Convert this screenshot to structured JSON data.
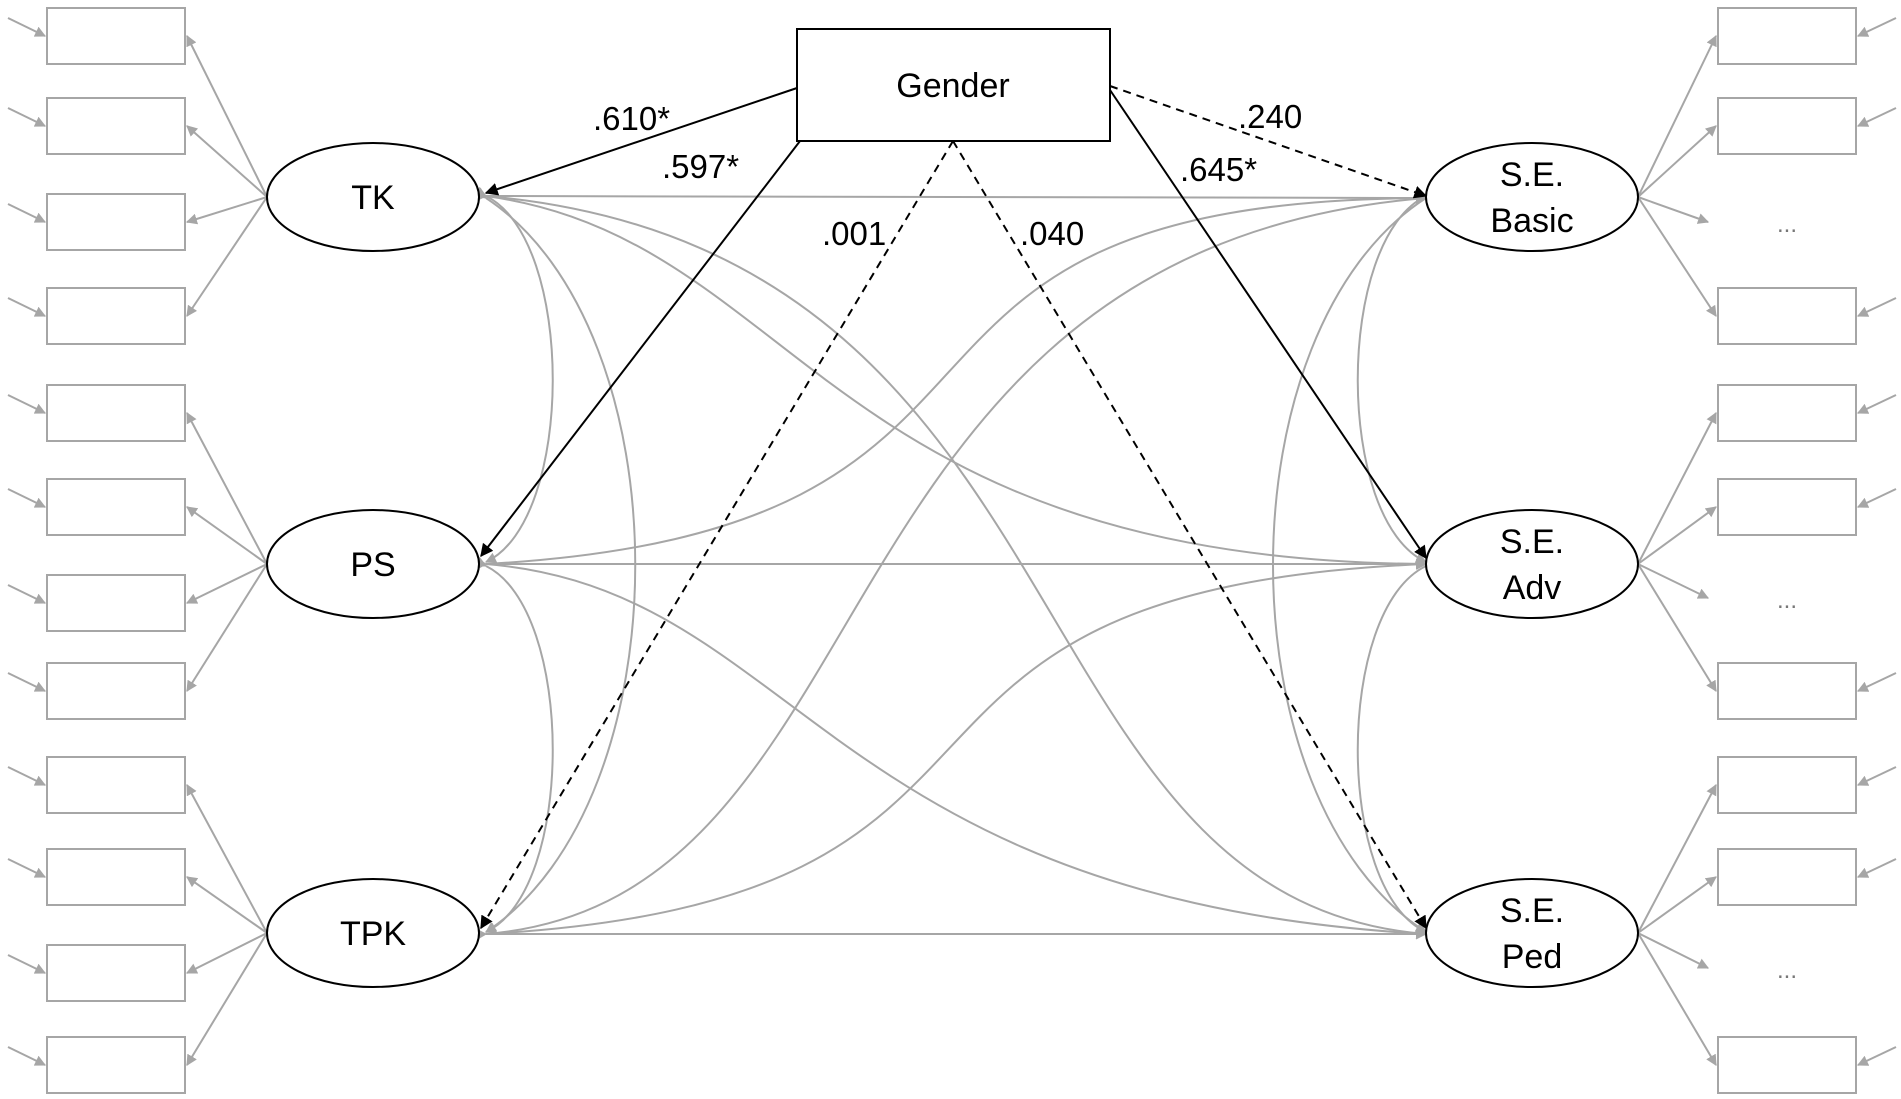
{
  "gender": {
    "label": "Gender"
  },
  "left_factors": [
    {
      "id": "tk",
      "lines": [
        "TK"
      ]
    },
    {
      "id": "ps",
      "lines": [
        "PS"
      ]
    },
    {
      "id": "tpk",
      "lines": [
        "TPK"
      ]
    }
  ],
  "right_factors": [
    {
      "id": "se-basic",
      "lines": [
        "S.E.",
        "Basic"
      ]
    },
    {
      "id": "se-adv",
      "lines": [
        "S.E.",
        "Adv"
      ]
    },
    {
      "id": "se-ped",
      "lines": [
        "S.E.",
        "Ped"
      ]
    }
  ],
  "paths": [
    {
      "id": "gender-tk",
      "target": "tk",
      "coef": ".610*",
      "significant": true
    },
    {
      "id": "gender-ps",
      "target": "ps",
      "coef": ".597*",
      "significant": true
    },
    {
      "id": "gender-tpk",
      "target": "tpk",
      "coef": ".001",
      "significant": false
    },
    {
      "id": "gender-se-ped",
      "target": "se-ped",
      "coef": ".040",
      "significant": false
    },
    {
      "id": "gender-se-basic",
      "target": "se-basic",
      "coef": ".240",
      "significant": false
    },
    {
      "id": "gender-se-adv",
      "target": "se-adv",
      "coef": ".645*",
      "significant": true
    }
  ],
  "indicators": {
    "left_per_factor": 4,
    "right_per_factor": 3,
    "right_ellipsis": "..."
  },
  "colors": {
    "structural_path": "#000000",
    "measurement": "#a6a6a6",
    "node_border": "#000000"
  }
}
